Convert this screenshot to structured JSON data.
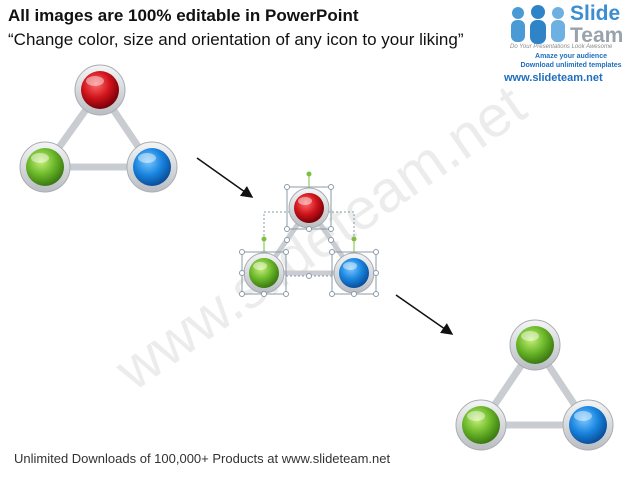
{
  "header": {
    "title": "All images are 100% editable in PowerPoint",
    "subtitle": "“Change color, size and orientation of any icon to your liking”"
  },
  "logo": {
    "slide": "Slide",
    "team": "Team",
    "tagline": "Do Your Presentations Look Awesome",
    "line1": "Amaze your audience",
    "line2": "Download unlimited templates",
    "url": "www.slideteam.net"
  },
  "watermark": "www.slideteam.net",
  "footer": "Unlimited Downloads of 100,000+ Products at www.slideteam.net",
  "colors": {
    "red_node": "#d0141c",
    "green_node": "#6cb82a",
    "blue_node": "#1a86e0",
    "connector": "#c9ccd0",
    "selection": "#8a9aa8",
    "handle": "#7fbf3f"
  },
  "diagrams": [
    {
      "name": "triangle-top-left",
      "state": "default",
      "nodes": [
        "red",
        "green",
        "blue"
      ]
    },
    {
      "name": "triangle-center",
      "state": "selected",
      "nodes": [
        "red",
        "green",
        "blue"
      ]
    },
    {
      "name": "triangle-bottom-right",
      "state": "recolored",
      "nodes": [
        "green",
        "green",
        "blue"
      ]
    }
  ],
  "arrows": [
    {
      "name": "arrow-to-center",
      "direction": "down-right"
    },
    {
      "name": "arrow-to-bottom-right",
      "direction": "down-right"
    }
  ]
}
